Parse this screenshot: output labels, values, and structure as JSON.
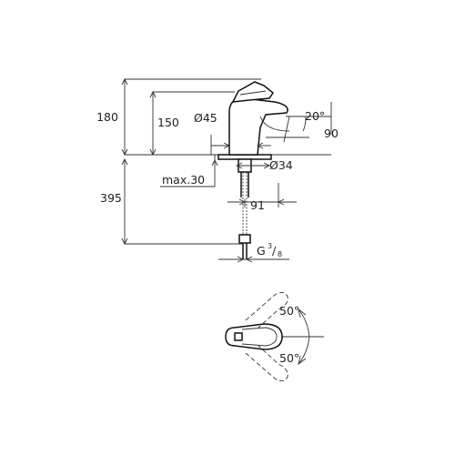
{
  "dimensions": {
    "height_total": "180",
    "height_spout": "150",
    "diameter_body": "Ø45",
    "spout_angle": "20°",
    "spout_offset": "90",
    "diameter_hole": "Ø34",
    "max_thickness": "max.30",
    "hose_length": "395",
    "hose_offset": "91",
    "thread_prefix": "G",
    "thread_num": "3",
    "thread_den": "8",
    "rotation_up": "50°",
    "rotation_down": "50°"
  }
}
